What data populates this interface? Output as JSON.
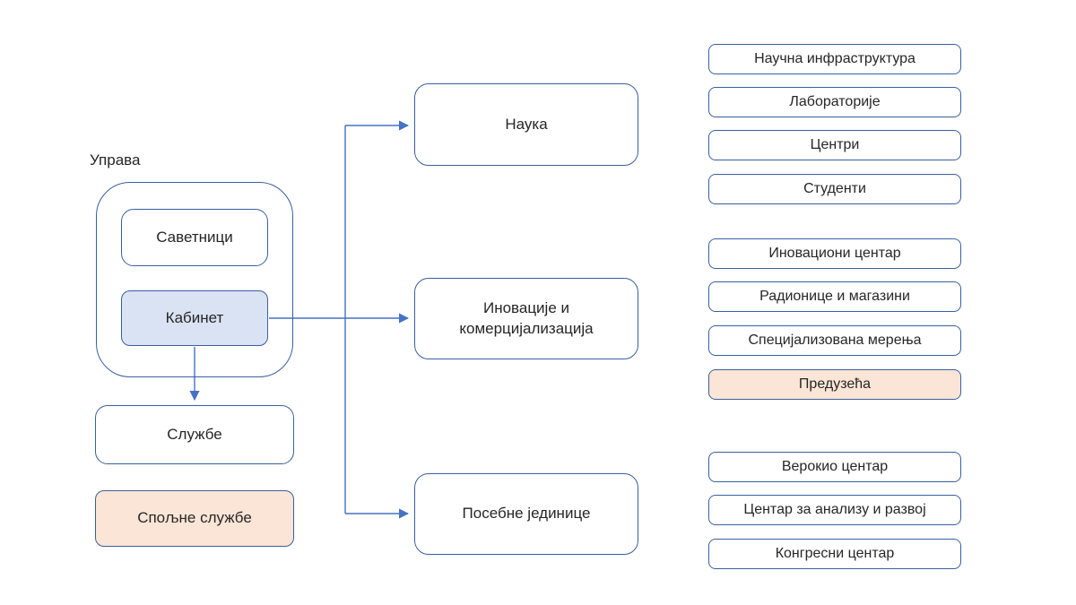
{
  "diagram": {
    "title_label": "Управа",
    "nodes": {
      "savetnici": "Саветници",
      "kabinet": "Кабинет",
      "sluzbe": "Службе",
      "spoljne_sluzbe": "Спољне службе",
      "nauka": "Наука",
      "inovacije": "Иновације и комерцијализација",
      "posebne": "Посебне јединице"
    },
    "group_nauka": {
      "items": [
        {
          "label": "Научна инфраструктура"
        },
        {
          "label": "Лабораторије"
        },
        {
          "label": "Центри"
        },
        {
          "label": "Студенти"
        }
      ]
    },
    "group_inovacije": {
      "items": [
        {
          "label": "Иновациони центар"
        },
        {
          "label": "Радионице и магазини"
        },
        {
          "label": "Специјализована мерења"
        },
        {
          "label": "Предузећа"
        }
      ]
    },
    "group_posebne": {
      "items": [
        {
          "label": "Верокио центар"
        },
        {
          "label": "Центар за анализу и развој"
        },
        {
          "label": "Конгресни центар"
        }
      ]
    },
    "colors": {
      "border_blue": "#3a5fa0",
      "arrow_blue": "#4472c4",
      "kabinet_fill": "#dae3f3",
      "highlight_peach": "#fbe5d6",
      "text": "#262626"
    }
  }
}
